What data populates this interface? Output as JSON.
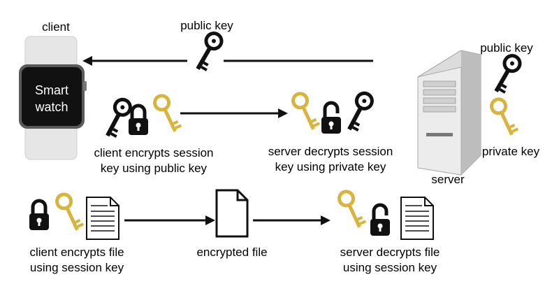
{
  "client": {
    "label": "client",
    "device_text_line1": "Smart",
    "device_text_line2": "watch"
  },
  "server": {
    "label": "server",
    "public_key_label": "public key",
    "private_key_label": "private key"
  },
  "top_transfer": {
    "label": "public key"
  },
  "session_key_exchange": {
    "client_caption_line1": "client encrypts session",
    "client_caption_line2": "key using public key",
    "server_caption_line1": "server decrypts session",
    "server_caption_line2": "key using private key"
  },
  "file_transfer": {
    "client_caption_line1": "client encrypts file",
    "client_caption_line2": "using session key",
    "middle_caption": "encrypted file",
    "server_caption_line1": "server decrypts file",
    "server_caption_line2": "using session key"
  },
  "colors": {
    "black_key": "#111111",
    "gold_key": "#d9b43c",
    "server_body": "#e8e8e8",
    "watch_band": "#e6e6e6",
    "watch_screen": "#111111"
  },
  "icons": [
    "smartwatch-icon",
    "server-icon",
    "black-key-icon",
    "gold-key-icon",
    "padlock-locked-icon",
    "padlock-open-icon",
    "document-icon",
    "blank-document-icon",
    "arrow-icon"
  ]
}
